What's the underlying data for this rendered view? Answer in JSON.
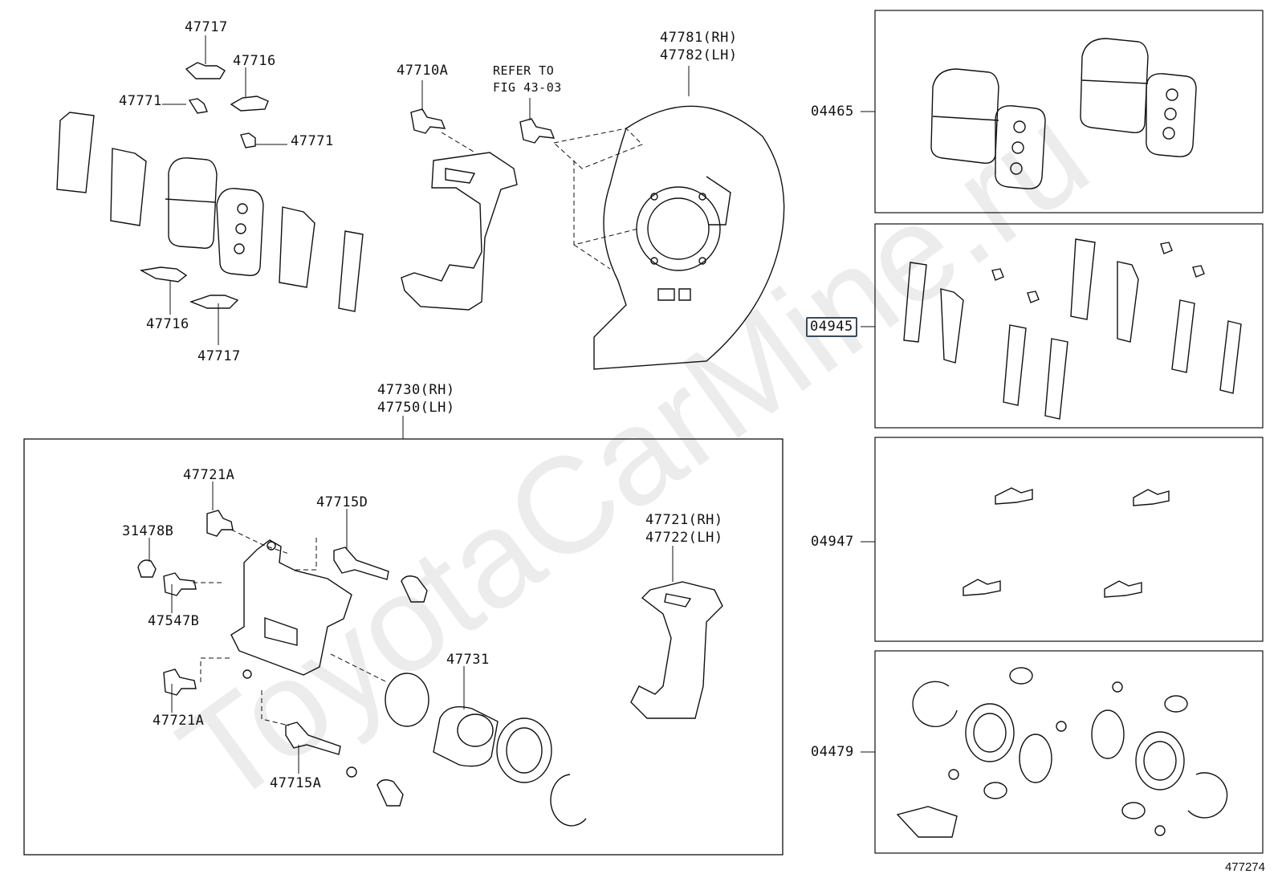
{
  "watermark": "ToyotaCarMine.ru",
  "figure_id": "477274",
  "labels": {
    "l47717_top": "47717",
    "l47716_top": "47716",
    "l47771_a": "47771",
    "l47771_b": "47771",
    "l47716_bot": "47716",
    "l47717_bot": "47717",
    "l47710A": "47710A",
    "refer_1": "REFER TO",
    "refer_2": "FIG 43-03",
    "l47781": "47781(RH)",
    "l47782": "47782(LH)",
    "l47730": "47730(RH)",
    "l47750": "47750(LH)",
    "l47721A_top": "47721A",
    "l47715D": "47715D",
    "l31478B": "31478B",
    "l47547B": "47547B",
    "l47721A_bot": "47721A",
    "l47731": "47731",
    "l47715A": "47715A",
    "l47721": "47721(RH)",
    "l47722": "47722(LH)"
  },
  "kits": [
    {
      "code": "04465",
      "selected": false
    },
    {
      "code": "04945",
      "selected": true
    },
    {
      "code": "04947",
      "selected": false
    },
    {
      "code": "04479",
      "selected": false
    }
  ]
}
